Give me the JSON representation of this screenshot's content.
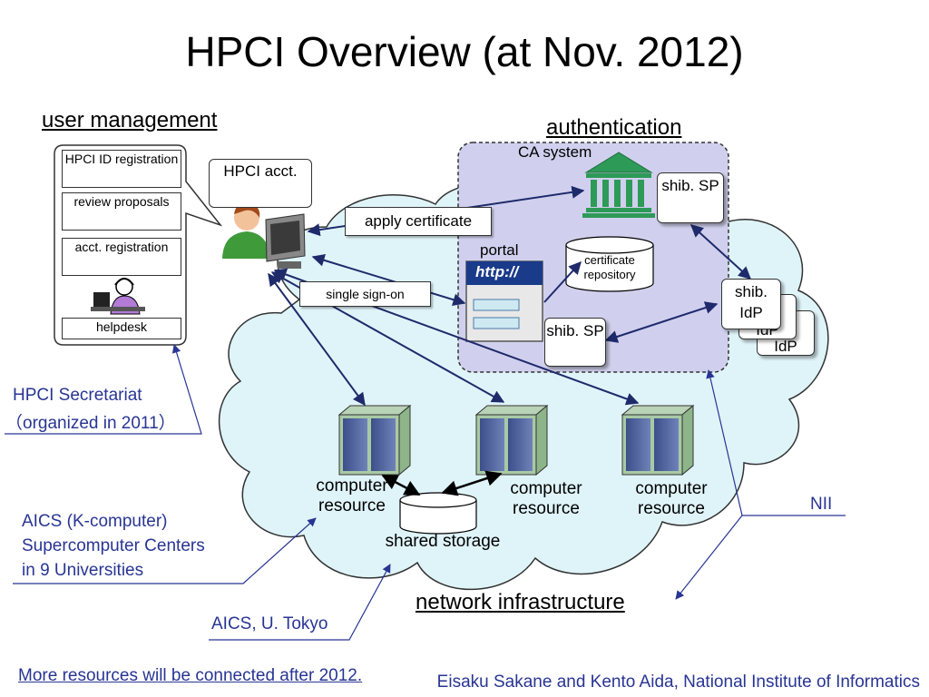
{
  "title": "HPCI Overview (at Nov. 2012)",
  "sections": {
    "user_management": "user management",
    "authentication": "authentication",
    "network_infrastructure": "network infrastructure"
  },
  "user_mgmt_panel": {
    "items": [
      "HPCI ID registration",
      "review proposals",
      "acct. registration",
      "helpdesk"
    ]
  },
  "callouts": {
    "hpci_acct": "HPCI acct.",
    "apply_certificate": "apply certificate",
    "single_sign_on": "single sign-on"
  },
  "auth": {
    "ca_system": "CA system",
    "shib_sp_top": "shib. SP",
    "portal": "portal",
    "portal_url": "http://",
    "certificate_repository": "certificate repository",
    "shib_sp_bottom": "shib. SP",
    "shib_idp": "shib. IdP",
    "idp_back1": "IdP",
    "idp_back2": "IdP"
  },
  "resources": {
    "computer_resource_1": "computer resource",
    "computer_resource_2": "computer resource",
    "computer_resource_3": "computer resource",
    "shared_storage": "shared storage"
  },
  "annotations": {
    "hpci_secretariat": "HPCI Secretariat",
    "organized": "（organized in 2011）",
    "aics_line1": "AICS (K-computer)",
    "aics_line2": "Supercomputer Centers",
    "aics_line3": "in 9 Universities",
    "aics_tokyo": "AICS, U. Tokyo",
    "nii": "NII",
    "more_resources": "More resources will be connected after 2012."
  },
  "footer": {
    "credit": "Eisaku Sakane and Kento Aida, National Institute of Informatics"
  },
  "colors": {
    "cloud_fill": "#dff4f9",
    "auth_fill": "#d0d0ee",
    "arrow": "#1f2a6b",
    "annotation_blue": "#283593",
    "ca_green": "#2e9a57"
  }
}
